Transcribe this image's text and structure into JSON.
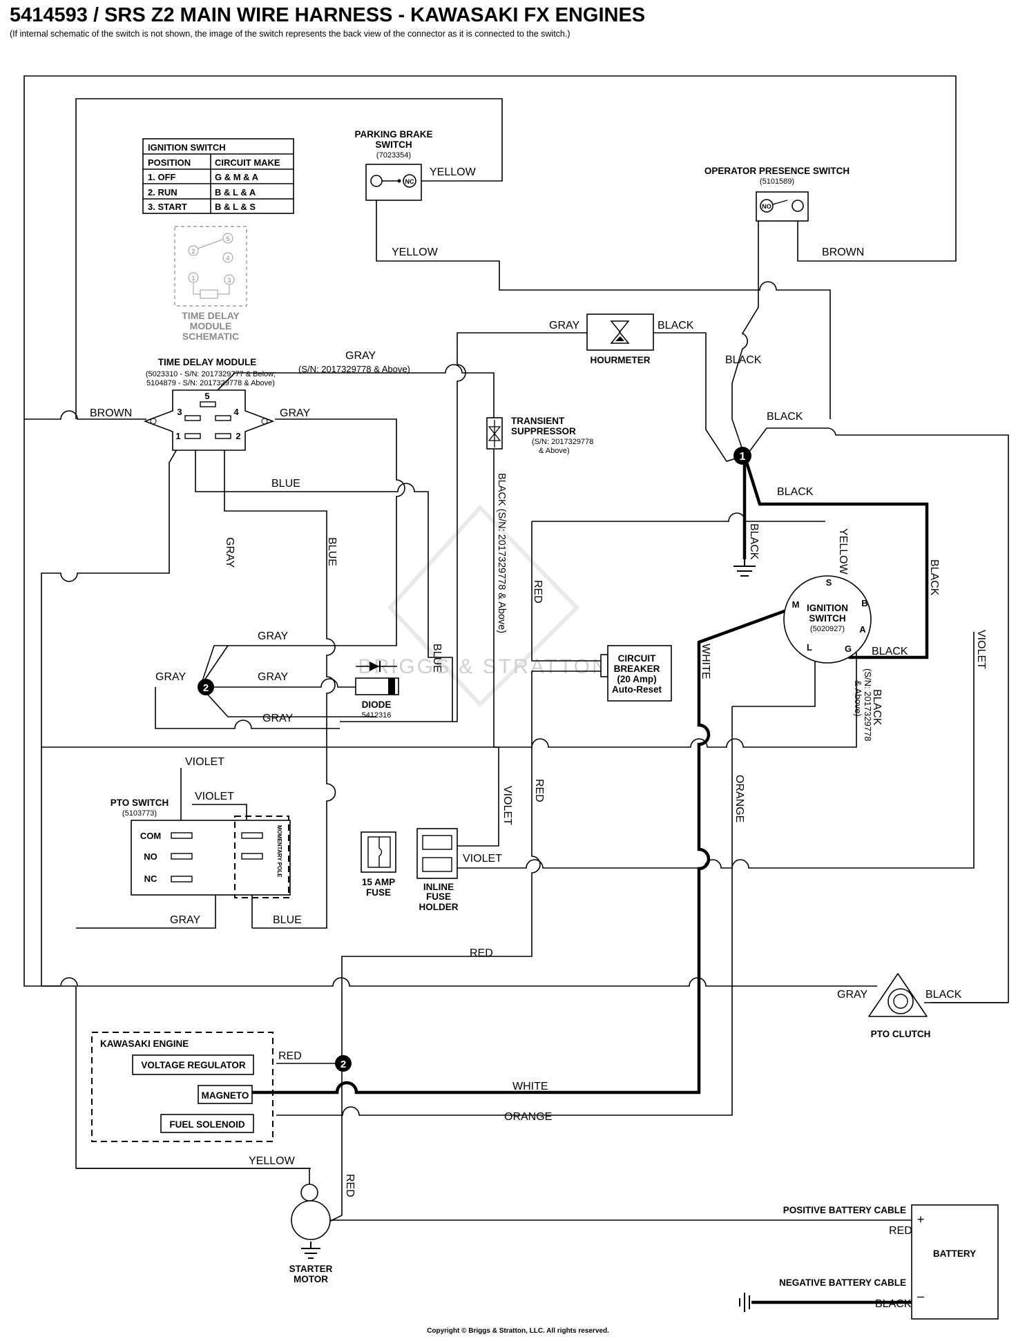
{
  "title": "5414593 / SRS Z2 MAIN WIRE HARNESS - KAWASAKI FX ENGINES",
  "subtitle": "(If internal schematic of the switch is not shown, the image of the switch represents the back view of the connector as it is connected to the switch.)",
  "copyright": "Copyright © Briggs & Stratton, LLC. All rights reserved.",
  "watermark": "BRIGGS & STRATTON",
  "ignition_table": {
    "title": "IGNITION SWITCH",
    "headers": [
      "POSITION",
      "CIRCUIT MAKE"
    ],
    "rows": [
      [
        "1. OFF",
        "G & M & A"
      ],
      [
        "2. RUN",
        "B & L & A"
      ],
      [
        "3. START",
        "B & L & S"
      ]
    ]
  },
  "tdm_schematic": {
    "label": [
      "TIME DELAY",
      "MODULE",
      "SCHEMATIC"
    ],
    "pins": [
      "1",
      "2",
      "3",
      "4",
      "5"
    ]
  },
  "components": {
    "parking_brake": {
      "name": [
        "PARKING BRAKE",
        "SWITCH"
      ],
      "part": "(7023354)",
      "contact": "NC"
    },
    "operator_presence": {
      "name": "OPERATOR PRESENCE SWITCH",
      "part": "(5101589)",
      "contact": "NO"
    },
    "hourmeter": {
      "name": "HOURMETER"
    },
    "time_delay_module": {
      "name": "TIME DELAY MODULE",
      "parts": [
        "(5023310 - S/N: 2017329777 & Below;",
        "5104879 - S/N: 2017329778 & Above)"
      ],
      "pins": [
        "5",
        "3",
        "4",
        "1",
        "2"
      ]
    },
    "transient_suppressor": {
      "name": [
        "TRANSIENT",
        "SUPPRESSOR"
      ],
      "note": [
        "(S/N: 2017329778",
        "& Above)"
      ]
    },
    "ignition_switch": {
      "name": [
        "IGNITION",
        "SWITCH"
      ],
      "part": "(5020927)",
      "terminals": [
        "S",
        "B",
        "M",
        "A",
        "L",
        "G"
      ]
    },
    "circuit_breaker": {
      "name": [
        "CIRCUIT",
        "BREAKER",
        "(20 Amp)",
        "Auto-Reset"
      ]
    },
    "diode": {
      "name": "DIODE",
      "part": "5412316"
    },
    "pto_switch": {
      "name": "PTO SWITCH",
      "part": "(5103773)",
      "terminals": [
        "COM",
        "NO",
        "NC"
      ],
      "pole": "MOMENTARY POLE"
    },
    "fuse": {
      "name": [
        "15 AMP",
        "FUSE"
      ]
    },
    "fuse_holder": {
      "name": [
        "INLINE",
        "FUSE",
        "HOLDER"
      ]
    },
    "pto_clutch": {
      "name": "PTO CLUTCH"
    },
    "engine": {
      "name": "KAWASAKI ENGINE",
      "parts": [
        "VOLTAGE REGULATOR",
        "MAGNETO",
        "FUEL SOLENOID"
      ]
    },
    "starter": {
      "name": [
        "STARTER",
        "MOTOR"
      ]
    },
    "battery": {
      "name": "BATTERY",
      "plus": "+",
      "minus": "–"
    },
    "positive_cable": "POSITIVE BATTERY CABLE",
    "negative_cable": "NEGATIVE BATTERY CABLE"
  },
  "splices": [
    "1",
    "2",
    "2"
  ],
  "wire_labels": {
    "yellow_pb": "YELLOW",
    "yellow_pb2": "YELLOW",
    "brown_ops": "BROWN",
    "gray_hm": "GRAY",
    "black_hm": "BLACK",
    "gray_tdm_top": "GRAY",
    "gray_tdm_sn": "(S/N: 2017329778 & Above)",
    "brown_tdm": "BROWN",
    "gray_tdm4": "GRAY",
    "black_j1_up": "BLACK",
    "black_j1_right": "BLACK",
    "black_j1_mid": "BLACK",
    "black_j1_gnd": "BLACK",
    "blue_top": "BLUE",
    "gray_vert": "GRAY",
    "blue_vert": "BLUE",
    "black_ts": "BLACK (S/N: 2017329778 & Above)",
    "red_cb": "RED",
    "yellow_ign": "YELLOW",
    "black_right": "BLACK",
    "white_ign": "WHITE",
    "black_g": "BLACK",
    "black_g_sn": "BLACK",
    "black_g_sn2": "(S/N: 2017329778",
    "black_g_sn3": "& Above)",
    "violet_right": "VIOLET",
    "gray_s2a": "GRAY",
    "gray_s2b": "GRAY",
    "gray_s2c": "GRAY",
    "gray_s2d": "GRAY",
    "blue_diode": "BLUE",
    "violet_pto1": "VIOLET",
    "violet_pto2": "VIOLET",
    "violet_fuse": "VIOLET",
    "violet_fh": "VIOLET",
    "red_mid": "RED",
    "orange_mid": "ORANGE",
    "gray_pto": "GRAY",
    "blue_pto": "BLUE",
    "red_low": "RED",
    "gray_clutch": "GRAY",
    "black_clutch": "BLACK",
    "red_vr": "RED",
    "white_mag": "WHITE",
    "orange_fs": "ORANGE",
    "yellow_sm": "YELLOW",
    "red_sm": "RED",
    "red_batt": "RED",
    "black_batt": "BLACK"
  }
}
